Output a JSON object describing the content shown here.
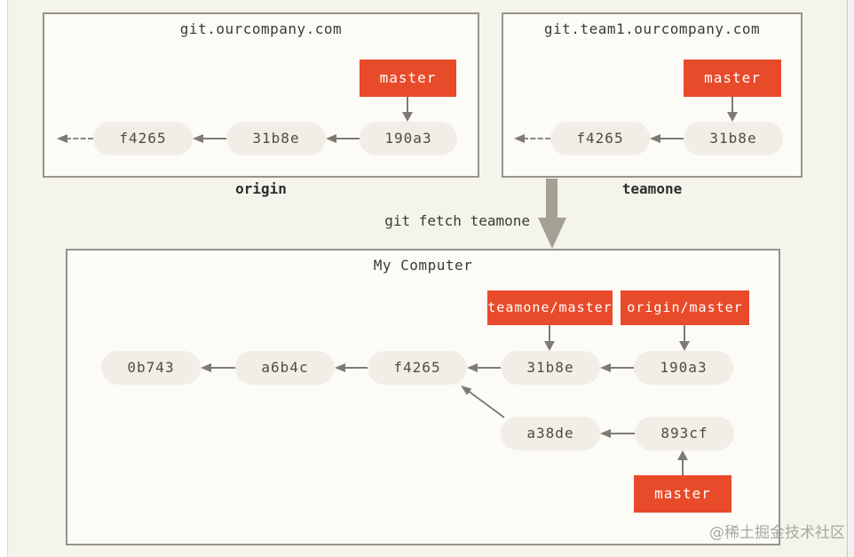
{
  "watermark": "@稀土掘金技术社区",
  "fetch_command": "git fetch teamone",
  "origin_remote": {
    "host": "git.ourcompany.com",
    "label": "origin",
    "branch_tag": "master",
    "commits": [
      "f4265",
      "31b8e",
      "190a3"
    ]
  },
  "teamone_remote": {
    "host": "git.team1.ourcompany.com",
    "label": "teamone",
    "branch_tag": "master",
    "commits": [
      "f4265",
      "31b8e"
    ]
  },
  "my_computer": {
    "title": "My Computer",
    "remote_refs": [
      "teamone/master",
      "origin/master"
    ],
    "main_commits": [
      "0b743",
      "a6b4c",
      "f4265",
      "31b8e",
      "190a3"
    ],
    "topic_commits": [
      "a38de",
      "893cf"
    ],
    "branch_tag": "master"
  },
  "colors": {
    "accent_red": "#e84b2a",
    "pill_fill": "#f0eee6",
    "arrow_gray": "#7d7b72",
    "thick_arrow_gray": "#a3a094",
    "background": "#f5f4ec"
  }
}
